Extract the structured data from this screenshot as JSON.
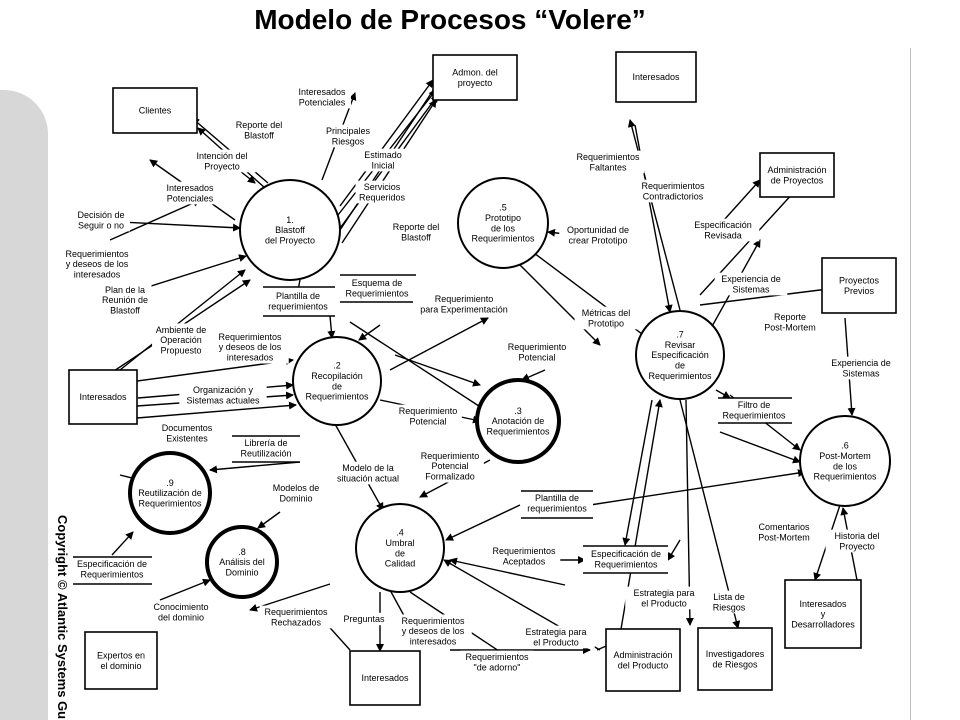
{
  "title": "Modelo de Procesos “Volere”",
  "copyright": "Copyright © Atlantic Systems Guild",
  "entities": {
    "clientes": [
      "Clientes"
    ],
    "admon_proyecto": [
      "Admon. del",
      "proyecto"
    ],
    "interesados_top": [
      "Interesados"
    ],
    "administracion_proyectos": [
      "Administración",
      "de Proyectos"
    ],
    "proyectos_previos": [
      "Proyectos",
      "Previos"
    ],
    "interesados_left": [
      "Interesados"
    ],
    "interesados_desarrolladores": [
      "Interesados",
      "y",
      "Desarrolladores"
    ],
    "expertos": [
      "Expertos en",
      "el dominio"
    ],
    "interesados_bottom": [
      "Interesados"
    ],
    "administracion_producto": [
      "Administración",
      "del Producto"
    ],
    "investigadores_riesgos": [
      "Investigadores",
      "de Riesgos"
    ]
  },
  "processes": {
    "p1": [
      "1.",
      "Blastoff",
      "del Proyecto"
    ],
    "p2": [
      ".2",
      "Recopilación",
      "de",
      "Requerimientos"
    ],
    "p3": [
      ".3",
      "Anotación de",
      "Requerimientos"
    ],
    "p4": [
      ".4",
      "Umbral",
      "de",
      "Calidad"
    ],
    "p5": [
      ".5",
      "Prototipo",
      "de los",
      "Requerimientos"
    ],
    "p6": [
      ".6",
      "Post-Mortem",
      "de los",
      "Requerimientos"
    ],
    "p7": [
      ".7",
      "Revisar",
      "Especificación",
      "de",
      "Requerimientos"
    ],
    "p8": [
      ".8",
      "Análisis del",
      "Dominio"
    ],
    "p9": [
      ".9",
      "Reutilización de",
      "Requerimientos"
    ]
  },
  "stores": {
    "plantilla_req_top": [
      "Plantilla de",
      "requerimientos"
    ],
    "esquema_req": [
      "Esquema de",
      "Requerimientos"
    ],
    "libreria_reutilizacion": [
      "Librería de",
      "Reutilización"
    ],
    "filtro_req": [
      "Filtro de",
      "Requerimientos"
    ],
    "plantilla_req_bottom": [
      "Plantilla de",
      "requerimientos"
    ],
    "especificacion_req": [
      "Especificación de",
      "Requerimientos"
    ],
    "especificacion_req_left": [
      "Especificación de",
      "Requerimientos"
    ]
  },
  "flows": {
    "interesados_potenciales_top": [
      "Interesados",
      "Potenciales"
    ],
    "reporte_blastoff_1": [
      "Reporte del",
      "Blastoff"
    ],
    "principales_riesgos": [
      "Principales",
      "Riesgos"
    ],
    "intencion_proyecto": [
      "Intención del",
      "Proyecto"
    ],
    "estimado_inicial": [
      "Estimado",
      "Inicial"
    ],
    "interesados_potenciales_left": [
      "Interesados",
      "Potenciales"
    ],
    "servicios_requeridos": [
      "Servicios",
      "Requeridos"
    ],
    "decision_seguir": [
      "Decisión de",
      "Seguir o no"
    ],
    "reporte_blastoff_2": [
      "Reporte del",
      "Blastoff"
    ],
    "req_deseos_1": [
      "Requerimientos",
      "y deseos de los",
      "interesados"
    ],
    "plan_reunion": [
      "Plan de la",
      "Reunión de",
      "Blastoff"
    ],
    "ambiente_operacion": [
      "Ambiente de",
      "Operación",
      "Propuesto"
    ],
    "req_deseos_2": [
      "Requerimientos",
      "y deseos de los",
      "interesados"
    ],
    "organizacion_sistemas": [
      "Organización y",
      "Sistemas actuales"
    ],
    "documentos_existentes": [
      "Documentos",
      "Existentes"
    ],
    "req_experimentacion": [
      "Requerimiento",
      "para Experimentación"
    ],
    "req_potencial_1": [
      "Requerimiento",
      "Potencial"
    ],
    "req_potencial_2": [
      "Requerimiento",
      "Potencial"
    ],
    "req_potencial_formalizado": [
      "Requerimiento",
      "Potencial",
      "Formalizado"
    ],
    "modelo_situacion": [
      "Modelo de la",
      "situación actual"
    ],
    "modelos_dominio": [
      "Modelos de",
      "Dominio"
    ],
    "oportunidad_prototipo": [
      "Oportunidad de",
      "crear Prototipo"
    ],
    "metricas_prototipo": [
      "Métricas del",
      "Prototipo"
    ],
    "req_faltantes": [
      "Requerimientos",
      "Faltantes"
    ],
    "req_contradictorios": [
      "Requerimientos",
      "Contradictorios"
    ],
    "especificacion_revisada": [
      "Especificación",
      "Revisada"
    ],
    "experiencia_sistemas_1": [
      "Experiencia de",
      "Sistemas"
    ],
    "reporte_post_mortem": [
      "Reporte",
      "Post-Mortem"
    ],
    "experiencia_sistemas_2": [
      "Experiencia de",
      "Sistemas"
    ],
    "comentarios_post_mortem": [
      "Comentarios",
      "Post-Mortem"
    ],
    "historia_proyecto": [
      "Historia del",
      "Proyecto"
    ],
    "req_aceptados": [
      "Requerimientos",
      "Aceptados"
    ],
    "estrategia_producto_1": [
      "Estrategia para",
      "el Producto"
    ],
    "lista_riesgos": [
      "Lista de",
      "Riesgos"
    ],
    "estrategia_producto_2": [
      "Estrategia para",
      "el Producto"
    ],
    "conocimiento_dominio": [
      "Conocimiento",
      "del dominio"
    ],
    "req_rechazados": [
      "Requerimientos",
      "Rechazados"
    ],
    "preguntas": [
      "Preguntas"
    ],
    "req_deseos_3": [
      "Requerimientos",
      "y deseos de los",
      "interesados"
    ],
    "req_adorno": [
      "Requerimientos",
      "\"de adorno\""
    ]
  }
}
